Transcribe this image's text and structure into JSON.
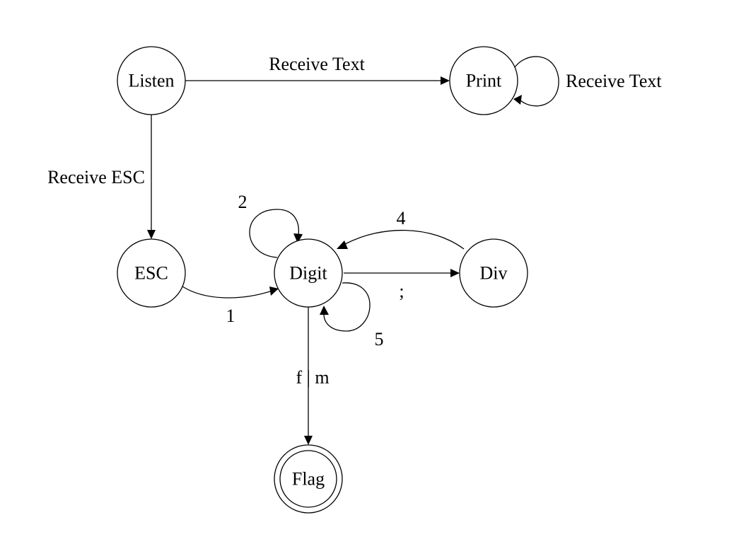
{
  "states": {
    "listen": "Listen",
    "print": "Print",
    "esc": "ESC",
    "digit": "Digit",
    "div": "Div",
    "flag": "Flag"
  },
  "transitions": {
    "listen_to_print": "Receive Text",
    "print_self": "Receive Text",
    "listen_to_esc": "Receive ESC",
    "esc_to_digit": "1",
    "digit_self_top": "2",
    "div_to_digit": "4",
    "digit_to_div": ";",
    "digit_self_bottom": "5",
    "digit_to_flag": "f | m"
  },
  "accepting_state": "Flag",
  "colors": {
    "stroke": "#000000",
    "fill": "#ffffff"
  }
}
